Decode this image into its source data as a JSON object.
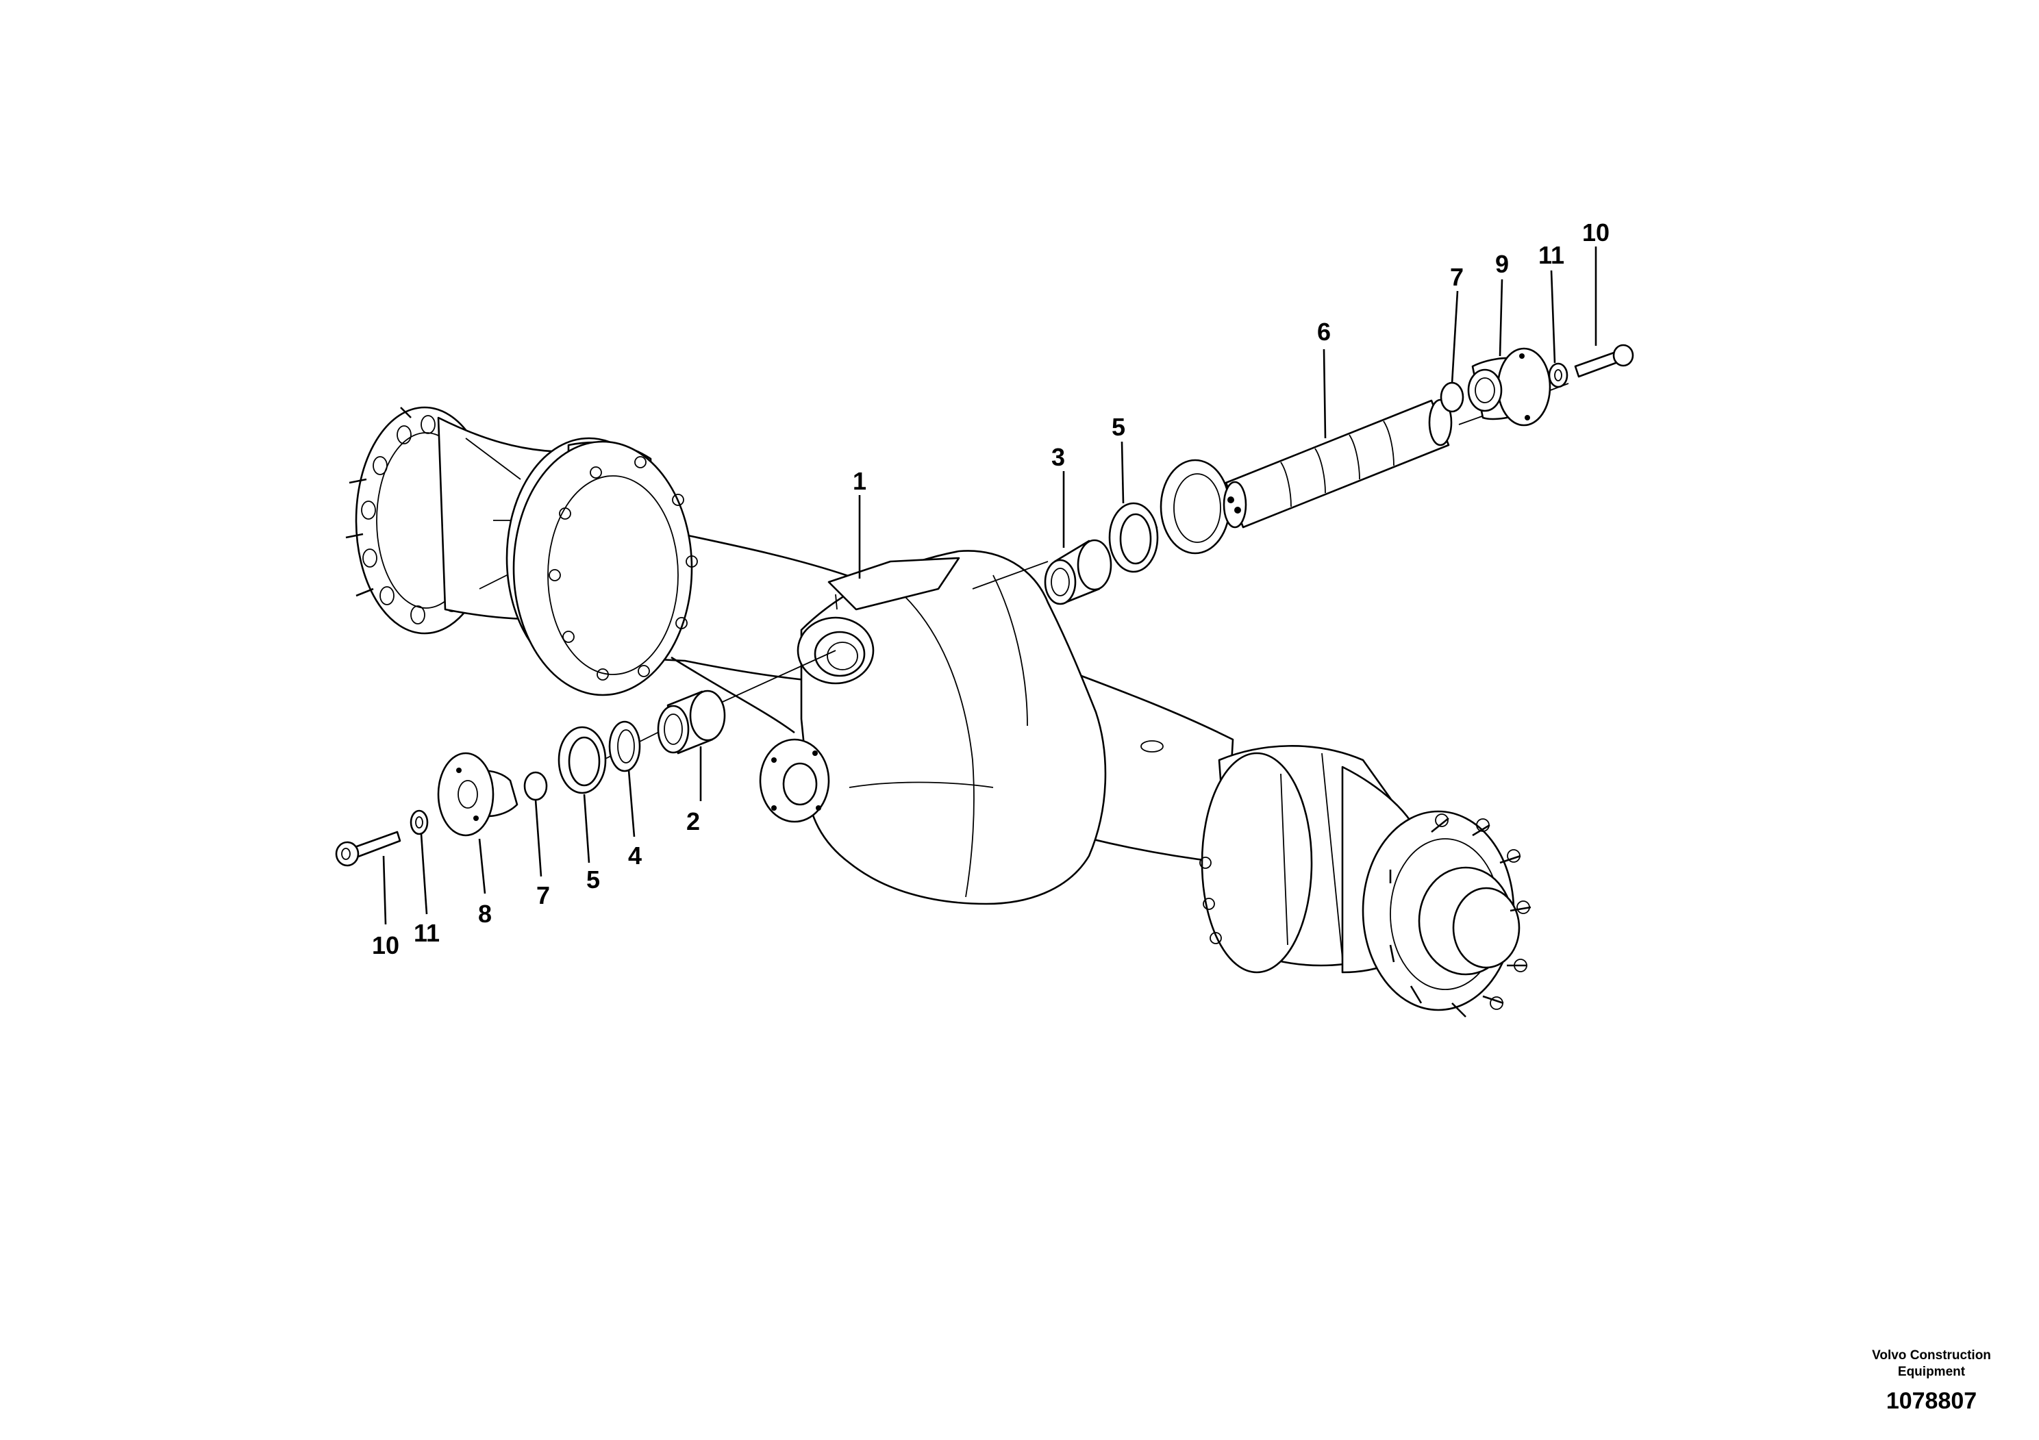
{
  "callouts": {
    "c1": "1",
    "c2": "2",
    "c3": "3",
    "c4": "4",
    "c5a": "5",
    "c5b": "5",
    "c6": "6",
    "c7a": "7",
    "c7b": "7",
    "c8": "8",
    "c9": "9",
    "c10a": "10",
    "c10b": "10",
    "c11a": "11",
    "c11b": "11"
  },
  "footer": {
    "brand_line1": "Volvo Construction",
    "brand_line2": "Equipment",
    "document_number": "1078807"
  }
}
